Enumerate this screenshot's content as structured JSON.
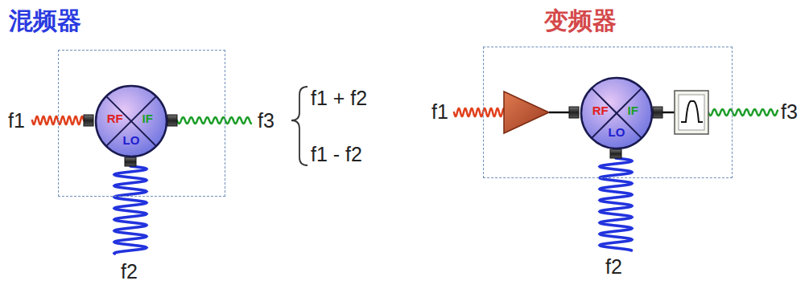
{
  "diagram": {
    "nodes": [
      {
        "text": [
          "混频器"
        ]
      },
      {
        "text": [
          "RF",
          "IF",
          "LO"
        ],
        "in": 0
      },
      {
        "text": [
          "变频器"
        ]
      },
      {
        "text": [
          "RF",
          "IF",
          "LO"
        ],
        "in": 2
      }
    ],
    "labels": [
      "f1",
      "f3",
      "f1 + f2",
      "f1 - f2",
      "f2",
      "f1",
      "f3",
      "f2"
    ]
  }
}
